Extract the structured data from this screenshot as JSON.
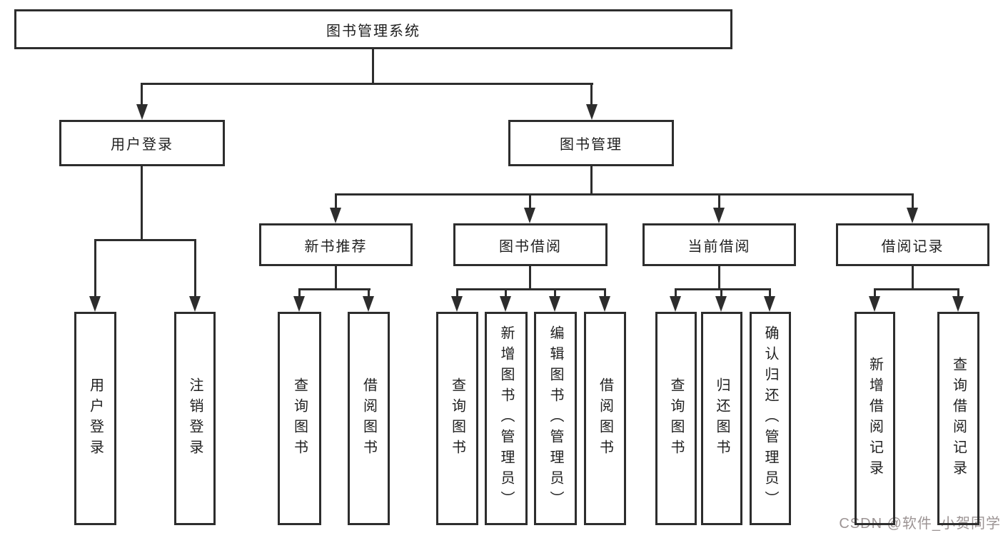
{
  "diagram": {
    "root": {
      "label": "图书管理系统"
    },
    "branches": [
      {
        "label": "用户登录",
        "children": [
          {
            "label": "用户登录"
          },
          {
            "label": "注销登录"
          }
        ]
      },
      {
        "label": "图书管理",
        "children": [
          {
            "label": "新书推荐",
            "children": [
              {
                "label": "查询图书"
              },
              {
                "label": "借阅图书"
              }
            ]
          },
          {
            "label": "图书借阅",
            "children": [
              {
                "label": "查询图书"
              },
              {
                "label": "新增图书（管理员）"
              },
              {
                "label": "编辑图书（管理员）"
              },
              {
                "label": "借阅图书"
              }
            ]
          },
          {
            "label": "当前借阅",
            "children": [
              {
                "label": "查询图书"
              },
              {
                "label": "归还图书"
              },
              {
                "label": "确认归还（管理员）"
              }
            ]
          },
          {
            "label": "借阅记录",
            "children": [
              {
                "label": "新增借阅记录"
              },
              {
                "label": "查询借阅记录"
              }
            ]
          }
        ]
      }
    ]
  },
  "watermark": {
    "text": "CSDN @软件_小贺同学"
  },
  "colors": {
    "line": "#2d2d2d",
    "text": "#1f1f1f",
    "background": "#ffffff",
    "watermark": "#9c9494"
  }
}
